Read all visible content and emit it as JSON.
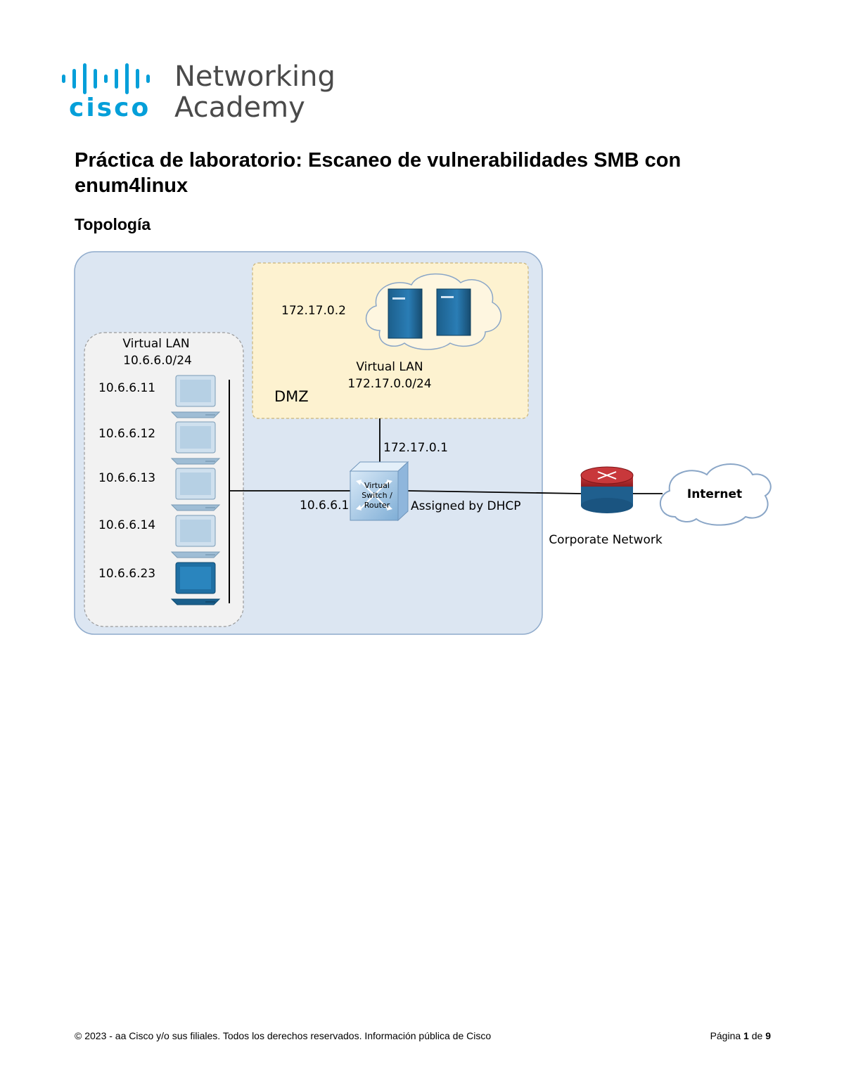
{
  "logo": {
    "brand": "cisco",
    "product_line1": "Networking",
    "product_line2": "Academy",
    "color": "#049fd9"
  },
  "document": {
    "title": "Práctica de laboratorio: Escaneo de vulnerabilidades SMB con enum4linux",
    "section_heading": "Topología"
  },
  "diagram": {
    "lan_label_line1": "Virtual LAN",
    "lan_label_line2": "10.6.6.0/24",
    "hosts": [
      "10.6.6.11",
      "10.6.6.12",
      "10.6.6.13",
      "10.6.6.14",
      "10.6.6.23"
    ],
    "dmz_server_ip": "172.17.0.2",
    "dmz_lan_line1": "Virtual LAN",
    "dmz_lan_line2": "172.17.0.0/24",
    "dmz_label": "DMZ",
    "router_dmz_ip": "172.17.0.1",
    "router_lan_ip": "10.6.6.1",
    "router_label_line1": "Virtual",
    "router_label_line2": "Switch /",
    "router_label_line3": "Router",
    "wan_assignment": "Assigned by DHCP",
    "corporate_router_label": "Corporate Network",
    "internet_label": "Internet",
    "colors": {
      "outer_bg": "#dce6f2",
      "lan_bg": "#f2f2f2",
      "dmz_bg": "#fdf2d0",
      "server_blue": "#1f6fa3",
      "router_red": "#b0262a"
    }
  },
  "footer": {
    "copyright": "©  2023 - aa Cisco y/o sus filiales. Todos los derechos reservados. Información pública de Cisco",
    "page_prefix": "Página",
    "page_current": "1",
    "page_sep": "de",
    "page_total": "9"
  }
}
